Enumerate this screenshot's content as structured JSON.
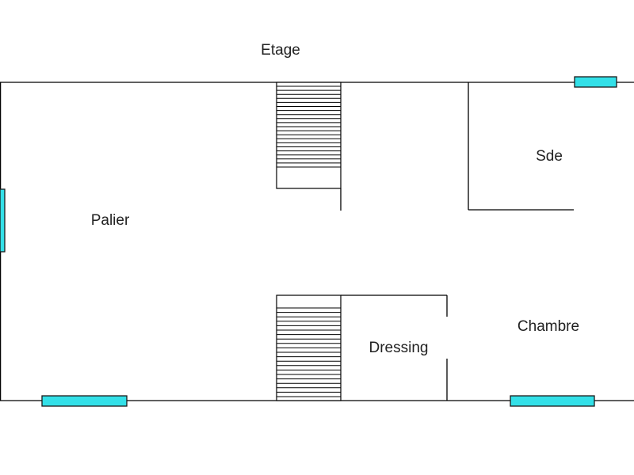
{
  "title": "Etage",
  "rooms": {
    "palier": "Palier",
    "sde": "Sde",
    "dressing": "Dressing",
    "chambre": "Chambre"
  },
  "colors": {
    "window": "#33e0e8",
    "wall": "#000000",
    "text": "#222222"
  }
}
